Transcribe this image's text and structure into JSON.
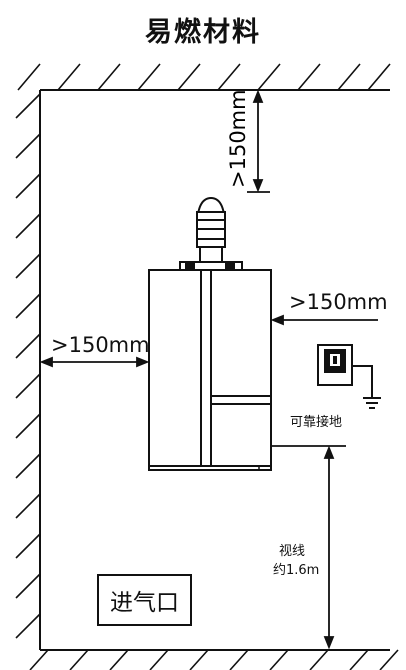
{
  "title": "易燃材料",
  "labels": {
    "top_clearance": ">150mm",
    "right_clearance": ">150mm",
    "left_clearance": ">150mm",
    "ground": "可靠接地",
    "sightline_1": "视线",
    "sightline_2": "约1.6m",
    "air_inlet": "进气口"
  }
}
